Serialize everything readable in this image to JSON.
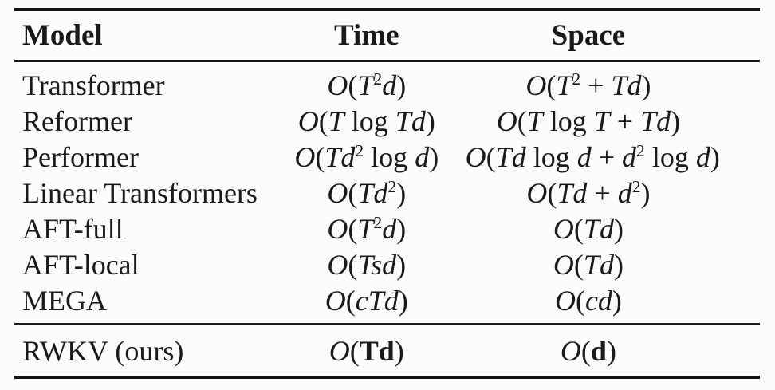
{
  "page": {
    "background": "#fcfcfc",
    "rule_color": "#1b1b1b",
    "text_color": "#1a1a1a"
  },
  "table": {
    "header": {
      "model": "Model",
      "time": "Time",
      "space": "Space"
    },
    "rows": [
      {
        "model": "Transformer",
        "time": [
          {
            "t": "O",
            "i": 1
          },
          {
            "t": "("
          },
          {
            "t": "T",
            "i": 1
          },
          {
            "t": "2",
            "s": 1
          },
          {
            "t": "d",
            "i": 1
          },
          {
            "t": ")"
          }
        ],
        "space": [
          {
            "t": "O",
            "i": 1
          },
          {
            "t": "("
          },
          {
            "t": "T",
            "i": 1
          },
          {
            "t": "2",
            "s": 1
          },
          {
            "t": " + "
          },
          {
            "t": "T",
            "i": 1
          },
          {
            "t": "d",
            "i": 1
          },
          {
            "t": ")"
          }
        ]
      },
      {
        "model": "Reformer",
        "time": [
          {
            "t": "O",
            "i": 1
          },
          {
            "t": "("
          },
          {
            "t": "T",
            "i": 1
          },
          {
            "t": " log "
          },
          {
            "t": "T",
            "i": 1
          },
          {
            "t": "d",
            "i": 1
          },
          {
            "t": ")"
          }
        ],
        "space": [
          {
            "t": "O",
            "i": 1
          },
          {
            "t": "("
          },
          {
            "t": "T",
            "i": 1
          },
          {
            "t": " log "
          },
          {
            "t": "T",
            "i": 1
          },
          {
            "t": " + "
          },
          {
            "t": "T",
            "i": 1
          },
          {
            "t": "d",
            "i": 1
          },
          {
            "t": ")"
          }
        ]
      },
      {
        "model": "Performer",
        "time": [
          {
            "t": "O",
            "i": 1
          },
          {
            "t": "("
          },
          {
            "t": "T",
            "i": 1
          },
          {
            "t": "d",
            "i": 1
          },
          {
            "t": "2",
            "s": 1
          },
          {
            "t": " log "
          },
          {
            "t": "d",
            "i": 1
          },
          {
            "t": ")"
          }
        ],
        "space": [
          {
            "t": "O",
            "i": 1
          },
          {
            "t": "("
          },
          {
            "t": "T",
            "i": 1
          },
          {
            "t": "d",
            "i": 1
          },
          {
            "t": " log "
          },
          {
            "t": "d",
            "i": 1
          },
          {
            "t": " + "
          },
          {
            "t": "d",
            "i": 1
          },
          {
            "t": "2",
            "s": 1
          },
          {
            "t": " log "
          },
          {
            "t": "d",
            "i": 1
          },
          {
            "t": ")"
          }
        ]
      },
      {
        "model": "Linear Transformers",
        "time": [
          {
            "t": "O",
            "i": 1
          },
          {
            "t": "("
          },
          {
            "t": "T",
            "i": 1
          },
          {
            "t": "d",
            "i": 1
          },
          {
            "t": "2",
            "s": 1
          },
          {
            "t": ")"
          }
        ],
        "space": [
          {
            "t": "O",
            "i": 1
          },
          {
            "t": "("
          },
          {
            "t": "T",
            "i": 1
          },
          {
            "t": "d",
            "i": 1
          },
          {
            "t": " + "
          },
          {
            "t": "d",
            "i": 1
          },
          {
            "t": "2",
            "s": 1
          },
          {
            "t": ")"
          }
        ]
      },
      {
        "model": "AFT-full",
        "time": [
          {
            "t": "O",
            "i": 1
          },
          {
            "t": "("
          },
          {
            "t": "T",
            "i": 1
          },
          {
            "t": "2",
            "s": 1
          },
          {
            "t": "d",
            "i": 1
          },
          {
            "t": ")"
          }
        ],
        "space": [
          {
            "t": "O",
            "i": 1
          },
          {
            "t": "("
          },
          {
            "t": "T",
            "i": 1
          },
          {
            "t": "d",
            "i": 1
          },
          {
            "t": ")"
          }
        ]
      },
      {
        "model": "AFT-local",
        "time": [
          {
            "t": "O",
            "i": 1
          },
          {
            "t": "("
          },
          {
            "t": "T",
            "i": 1
          },
          {
            "t": "s",
            "i": 1
          },
          {
            "t": "d",
            "i": 1
          },
          {
            "t": ")"
          }
        ],
        "space": [
          {
            "t": "O",
            "i": 1
          },
          {
            "t": "("
          },
          {
            "t": "T",
            "i": 1
          },
          {
            "t": "d",
            "i": 1
          },
          {
            "t": ")"
          }
        ]
      },
      {
        "model": "MEGA",
        "time": [
          {
            "t": "O",
            "i": 1
          },
          {
            "t": "("
          },
          {
            "t": "c",
            "i": 1
          },
          {
            "t": "T",
            "i": 1
          },
          {
            "t": "d",
            "i": 1
          },
          {
            "t": ")"
          }
        ],
        "space": [
          {
            "t": "O",
            "i": 1
          },
          {
            "t": "("
          },
          {
            "t": "c",
            "i": 1
          },
          {
            "t": "d",
            "i": 1
          },
          {
            "t": ")"
          }
        ]
      }
    ],
    "footer_rows": [
      {
        "model": "RWKV (ours)",
        "time": [
          {
            "t": "O",
            "i": 1
          },
          {
            "t": "("
          },
          {
            "t": "Td",
            "b": 1
          },
          {
            "t": ")"
          }
        ],
        "space": [
          {
            "t": "O",
            "i": 1
          },
          {
            "t": "("
          },
          {
            "t": "d",
            "b": 1
          },
          {
            "t": ")"
          }
        ]
      }
    ]
  }
}
